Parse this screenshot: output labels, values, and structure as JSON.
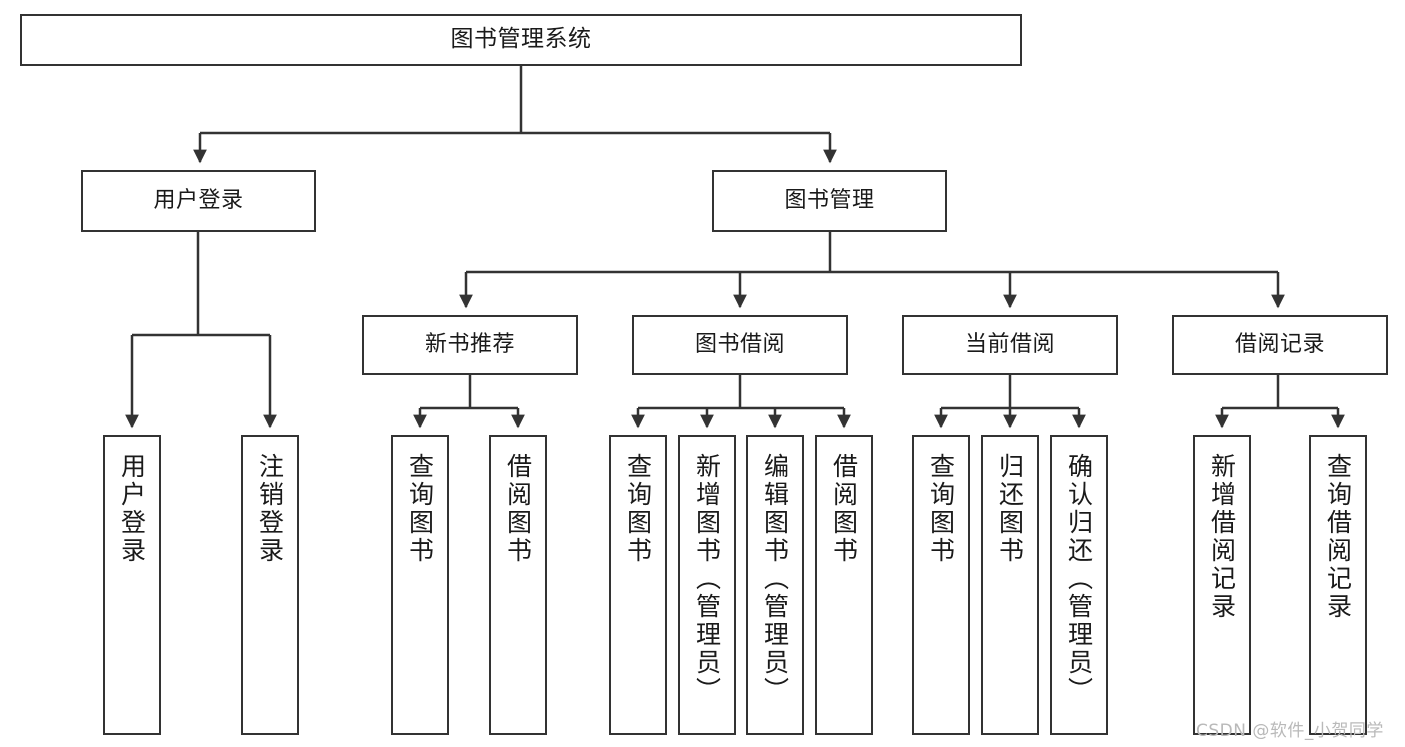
{
  "diagram": {
    "title": "图书管理系统",
    "type": "tree-hierarchy-chart",
    "levels": 4,
    "root": {
      "label": "图书管理系统"
    },
    "level2": [
      {
        "label": "用户登录"
      },
      {
        "label": "图书管理"
      }
    ],
    "level3": [
      {
        "label": "新书推荐"
      },
      {
        "label": "图书借阅"
      },
      {
        "label": "当前借阅"
      },
      {
        "label": "借阅记录"
      }
    ],
    "leaves": {
      "user_login": [
        {
          "label": "用户登录"
        },
        {
          "label": "注销登录"
        }
      ],
      "new_book_recommend": [
        {
          "label": "查询图书"
        },
        {
          "label": "借阅图书"
        }
      ],
      "book_borrow": [
        {
          "label": "查询图书"
        },
        {
          "label": "新增图书（管理员）"
        },
        {
          "label": "编辑图书（管理员）"
        },
        {
          "label": "借阅图书"
        }
      ],
      "current_borrow": [
        {
          "label": "查询图书"
        },
        {
          "label": "归还图书"
        },
        {
          "label": "确认归还（管理员）"
        }
      ],
      "borrow_record": [
        {
          "label": "新增借阅记录"
        },
        {
          "label": "查询借阅记录"
        }
      ]
    }
  },
  "watermark": {
    "text": "CSDN @软件_小贺同学"
  },
  "colors": {
    "border": "#333333",
    "text": "#1a1a1a",
    "background": "#ffffff",
    "watermark": "#b9b9b9"
  }
}
